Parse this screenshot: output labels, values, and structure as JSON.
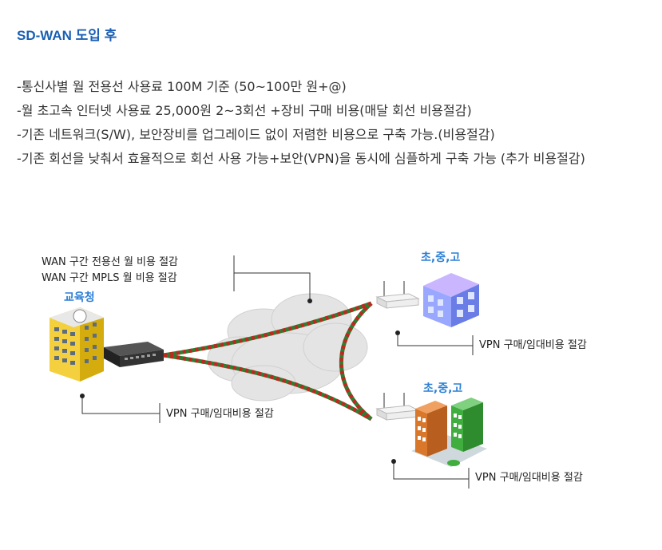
{
  "heading": "SD-WAN 도입 후",
  "bullets": [
    "-통신사별 월 전용선 사용료 100M 기준 (50~100만 원+@)",
    "-월 초고속 인터넷 사용료 25,000원 2~3회선 +장비 구매 비용(매달 회선 비용절감)",
    "-기존 네트워크(S/W), 보안장비를 업그레이드 없이 저렴한 비용으로 구축 가능.(비용절감)",
    "-기존 회선을 낮춰서 효율적으로 회선 사용 가능+보안(VPN)을 동시에 심플하게 구축 가능 (추가 비용절감)"
  ],
  "diagram": {
    "wan_note_line1": "WAN 구간 전용선 월 비용 절감",
    "wan_note_line2": "WAN 구간 MPLS 월 비용 절감",
    "hq_label": "교육청",
    "school_top_label": "초,중,고",
    "school_bottom_label": "초,중,고",
    "vpn_note_hq": "VPN 구매/임대비용 절감",
    "vpn_note_top": "VPN 구매/임대비용 절감",
    "vpn_note_bottom": "VPN 구매/임대비용 절감",
    "colors": {
      "heading": "#1a5fb4",
      "label_blue": "#2b7fd6",
      "link_red": "#c0281e",
      "link_green": "#2e7d32",
      "cloud": "#e6e6e6"
    }
  }
}
